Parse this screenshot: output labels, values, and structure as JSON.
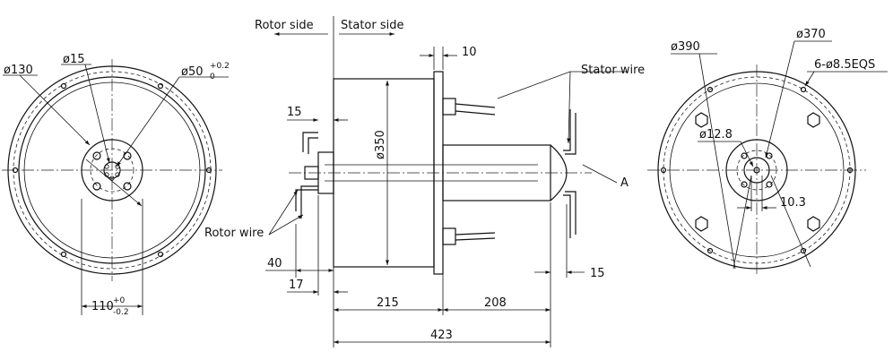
{
  "labels": {
    "rotor_side": "Rotor side",
    "stator_side": "Stator side",
    "rotor_wire": "Rotor wire",
    "stator_wire": "Stator wire",
    "detail_a": "A"
  },
  "front_view": {
    "dia_outer": "ø130",
    "dia_inner": "ø15",
    "dia_bore": "ø50",
    "dia_bore_tol_upper": "+0.2",
    "dia_bore_tol_lower": "0",
    "width_110": "110",
    "width_110_tol_upper": "+0",
    "width_110_tol_lower": "-0.2"
  },
  "side_view": {
    "dim_10": "10",
    "dim_15_top": "15",
    "dim_350": "ø350",
    "dim_40": "40",
    "dim_17": "17",
    "dim_215": "215",
    "dim_208": "208",
    "dim_15_right": "15",
    "dim_423": "423"
  },
  "rear_view": {
    "dia_390": "ø390",
    "dia_370": "ø370",
    "holes": "6-ø8.5EQS",
    "dia_12_8": "ø12.8",
    "dim_10_3": "10.3"
  }
}
